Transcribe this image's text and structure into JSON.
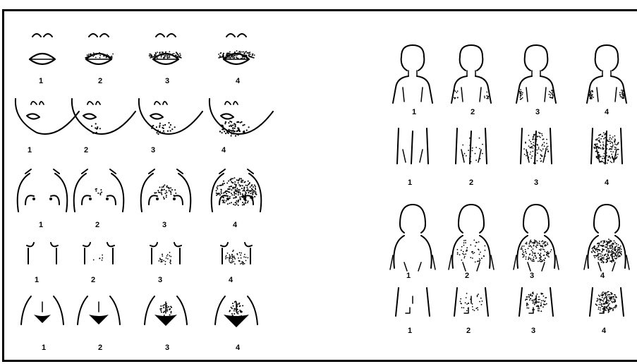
{
  "left_panel": {
    "rows": [
      {
        "region": "upper-lip",
        "labels": [
          "1",
          "2",
          "3",
          "4"
        ]
      },
      {
        "region": "chin",
        "labels": [
          "1",
          "2",
          "3",
          "4"
        ]
      },
      {
        "region": "chest",
        "labels": [
          "1",
          "2",
          "3",
          "4"
        ]
      },
      {
        "region": "upper-abdomen",
        "labels": [
          "1",
          "2",
          "3",
          "4"
        ]
      },
      {
        "region": "lower-abdomen",
        "labels": [
          "1",
          "2",
          "3",
          "4"
        ]
      }
    ]
  },
  "right_panel": {
    "rows": [
      {
        "region": "arm",
        "labels": [
          "1",
          "2",
          "3",
          "4"
        ]
      },
      {
        "region": "thigh",
        "labels": [
          "1",
          "2",
          "3",
          "4"
        ]
      },
      {
        "region": "upper-back",
        "labels": [
          "1",
          "2",
          "3",
          "4"
        ]
      },
      {
        "region": "lower-back",
        "labels": [
          "1",
          "2",
          "3",
          "4"
        ]
      }
    ]
  },
  "colors": {
    "ink": "#000000",
    "background": "#ffffff"
  }
}
